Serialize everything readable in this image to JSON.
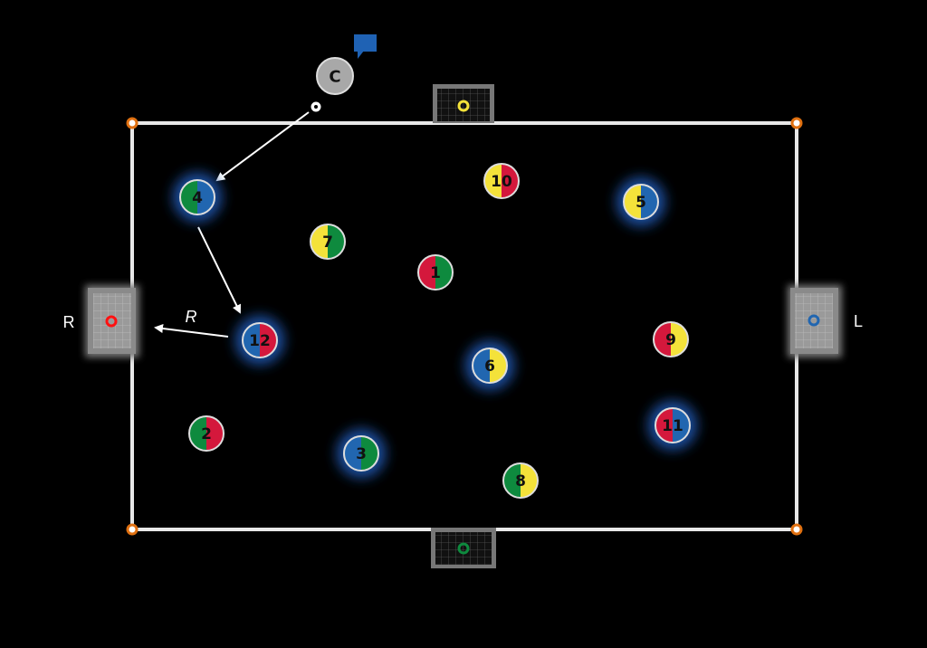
{
  "labels": {
    "left_goal": "R",
    "right_goal": "L",
    "pass_label": "R",
    "coach": "C"
  },
  "colors": {
    "background": "#000000",
    "line": "#e8e8e8",
    "corner": "#e07010",
    "glow": "#1a4fa0",
    "red": "#d4183c",
    "green": "#0e8a3e",
    "blue": "#2166b0",
    "yellow": "#f4e23a",
    "coach": "#a8a8a8",
    "bubble": "#1f62b4"
  },
  "goals": [
    {
      "side": "top",
      "marker_color": "#f4e23a"
    },
    {
      "side": "bottom",
      "marker_color": "#0e8a3e"
    },
    {
      "side": "left",
      "marker_color": "#ff1010"
    },
    {
      "side": "right",
      "marker_color": "#2166b0"
    }
  ],
  "players": [
    {
      "number": "4",
      "left": "green",
      "right": "blue",
      "highlighted": true
    },
    {
      "number": "10",
      "left": "yellow",
      "right": "red",
      "highlighted": false
    },
    {
      "number": "5",
      "left": "yellow",
      "right": "blue",
      "highlighted": true
    },
    {
      "number": "7",
      "left": "yellow",
      "right": "green",
      "highlighted": false
    },
    {
      "number": "1",
      "left": "red",
      "right": "green",
      "highlighted": false
    },
    {
      "number": "12",
      "left": "blue",
      "right": "red",
      "highlighted": true
    },
    {
      "number": "9",
      "left": "red",
      "right": "yellow",
      "highlighted": false
    },
    {
      "number": "6",
      "left": "blue",
      "right": "yellow",
      "highlighted": true
    },
    {
      "number": "11",
      "left": "red",
      "right": "blue",
      "highlighted": true
    },
    {
      "number": "2",
      "left": "green",
      "right": "red",
      "highlighted": false
    },
    {
      "number": "3",
      "left": "blue",
      "right": "green",
      "highlighted": true
    },
    {
      "number": "8",
      "left": "green",
      "right": "yellow",
      "highlighted": false
    }
  ]
}
